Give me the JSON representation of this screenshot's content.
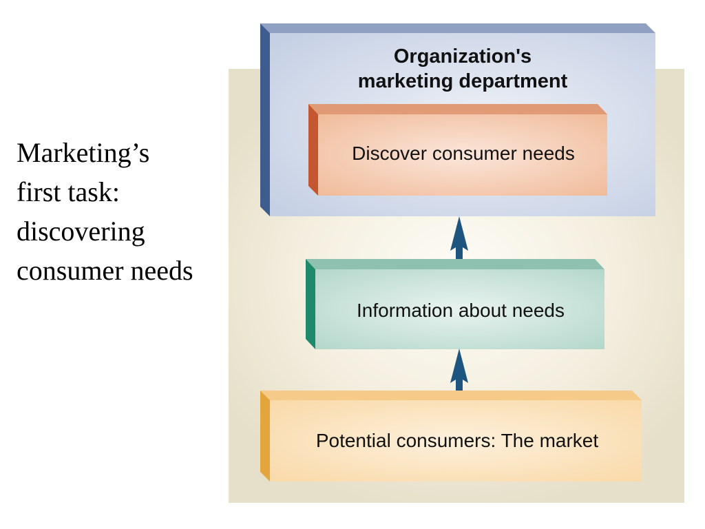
{
  "caption": {
    "lines": [
      "Marketing’s",
      "first task:",
      "discovering",
      "consumer needs"
    ]
  },
  "diagram": {
    "organization_box": {
      "title_lines": [
        "Organization's",
        "marketing department"
      ],
      "color": "#c5d0e4",
      "accent_color": "#3e5d8e"
    },
    "discover_box": {
      "label": "Discover consumer needs",
      "color": "#f2c4a8",
      "accent_color": "#c4572f"
    },
    "information_box": {
      "label": "Information about needs",
      "color": "#bcdcd2",
      "accent_color": "#1d8a6c"
    },
    "market_box": {
      "label": "Potential consumers: The market",
      "color": "#fbe1b8",
      "accent_color": "#e3a53c"
    },
    "arrows": [
      {
        "from": "market_box",
        "to": "information_box",
        "icon": "arrow-up-icon",
        "color": "#1d5480"
      },
      {
        "from": "information_box",
        "to": "organization_box",
        "icon": "arrow-up-icon",
        "color": "#1d5480"
      }
    ]
  }
}
